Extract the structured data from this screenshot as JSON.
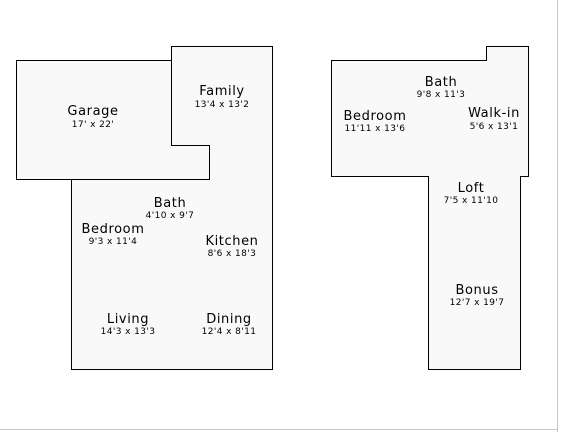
{
  "floors": [
    {
      "rooms": [
        {
          "name": "Garage",
          "dims": "17' x 22'"
        },
        {
          "name": "Family",
          "dims": "13'4 x 13'2"
        },
        {
          "name": "Bath",
          "dims": "4'10 x 9'7"
        },
        {
          "name": "Bedroom",
          "dims": "9'3 x 11'4"
        },
        {
          "name": "Kitchen",
          "dims": "8'6 x 18'3"
        },
        {
          "name": "Living",
          "dims": "14'3 x 13'3"
        },
        {
          "name": "Dining",
          "dims": "12'4 x 8'11"
        }
      ]
    },
    {
      "rooms": [
        {
          "name": "Bath",
          "dims": "9'8 x 11'3"
        },
        {
          "name": "Bedroom",
          "dims": "11'11 x 13'6"
        },
        {
          "name": "Walk-in",
          "dims": "5'6 x 13'1"
        },
        {
          "name": "Loft",
          "dims": "7'5 x 11'10"
        },
        {
          "name": "Bonus",
          "dims": "12'7 x 19'7"
        }
      ]
    }
  ]
}
